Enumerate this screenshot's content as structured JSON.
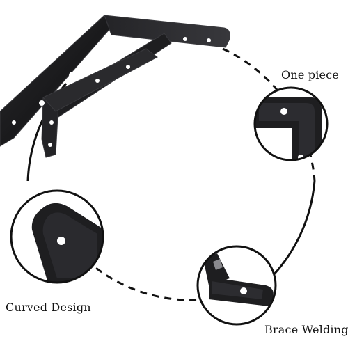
{
  "labels": {
    "one_piece": "One piece",
    "curved_design": "Curved Design",
    "brace_welding": "Brace Welding"
  },
  "colors": {
    "bracket": "#1e1e20",
    "bracket_edge": "#3a3a3e",
    "circle_line": "#111111",
    "background": "#ffffff"
  }
}
